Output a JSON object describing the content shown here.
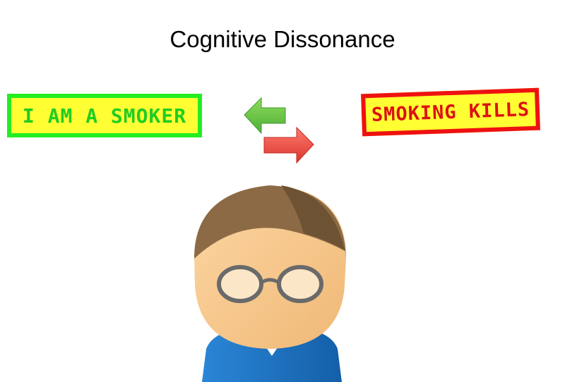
{
  "title": "Cognitive Dissonance",
  "belief_left": {
    "text": "I AM A SMOKER",
    "fill_color": "#ffff33",
    "border_color": "#22ee22",
    "text_color": "#22cc22"
  },
  "belief_right": {
    "text": "SMOKING KILLS",
    "fill_color": "#ffff33",
    "border_color": "#ee1111",
    "text_color": "#dd1111"
  },
  "icons": {
    "arrow_left": "green-left-arrow-icon",
    "arrow_right": "red-right-arrow-icon",
    "person": "person-with-glasses-icon"
  },
  "colors": {
    "arrow_left": "#6cc84a",
    "arrow_right": "#ee4d44",
    "hair": "#8c6a45",
    "skin": "#f7c88f",
    "shirt": "#1d78c8"
  }
}
